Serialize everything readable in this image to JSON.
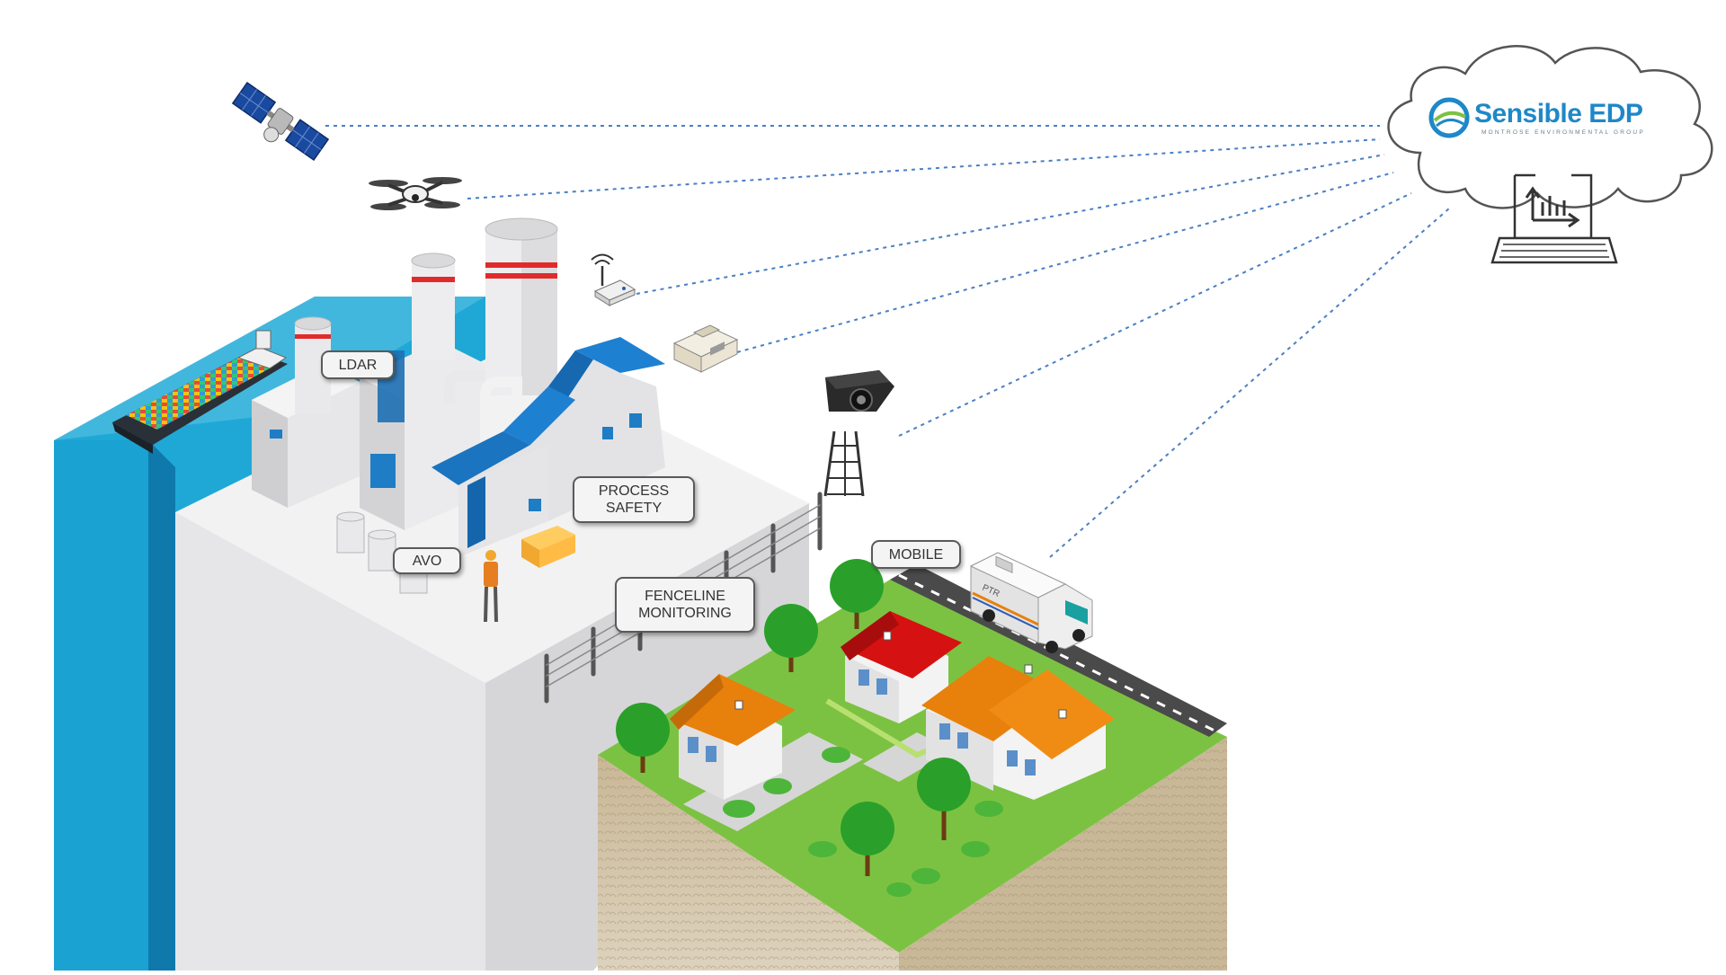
{
  "brand": {
    "name": "Sensible EDP",
    "subtitle": "MONTROSE ENVIRONMENTAL GROUP"
  },
  "labels": {
    "ldar": "LDAR",
    "process_safety_line1": "PROCESS",
    "process_safety_line2": "SAFETY",
    "avo": "AVO",
    "fenceline_line1": "FENCELINE",
    "fenceline_line2": "MONITORING",
    "mobile": "MOBILE",
    "truck": "PTR"
  },
  "colors": {
    "connector": "#4a7fc4",
    "water": "#1fa8d6",
    "cliff_face": "#138ac0",
    "building_blue": "#1878c8",
    "grass": "#7cc242",
    "soil": "#b8a888",
    "roof_orange": "#e8800c",
    "roof_red": "#cc1111",
    "brand_blue": "#1e88c8"
  },
  "icons": [
    "satellite-icon",
    "drone-icon",
    "wireless-sensor-icon",
    "monitor-unit-icon",
    "camera-tower-icon",
    "cloud-icon",
    "laptop-chart-icon"
  ]
}
